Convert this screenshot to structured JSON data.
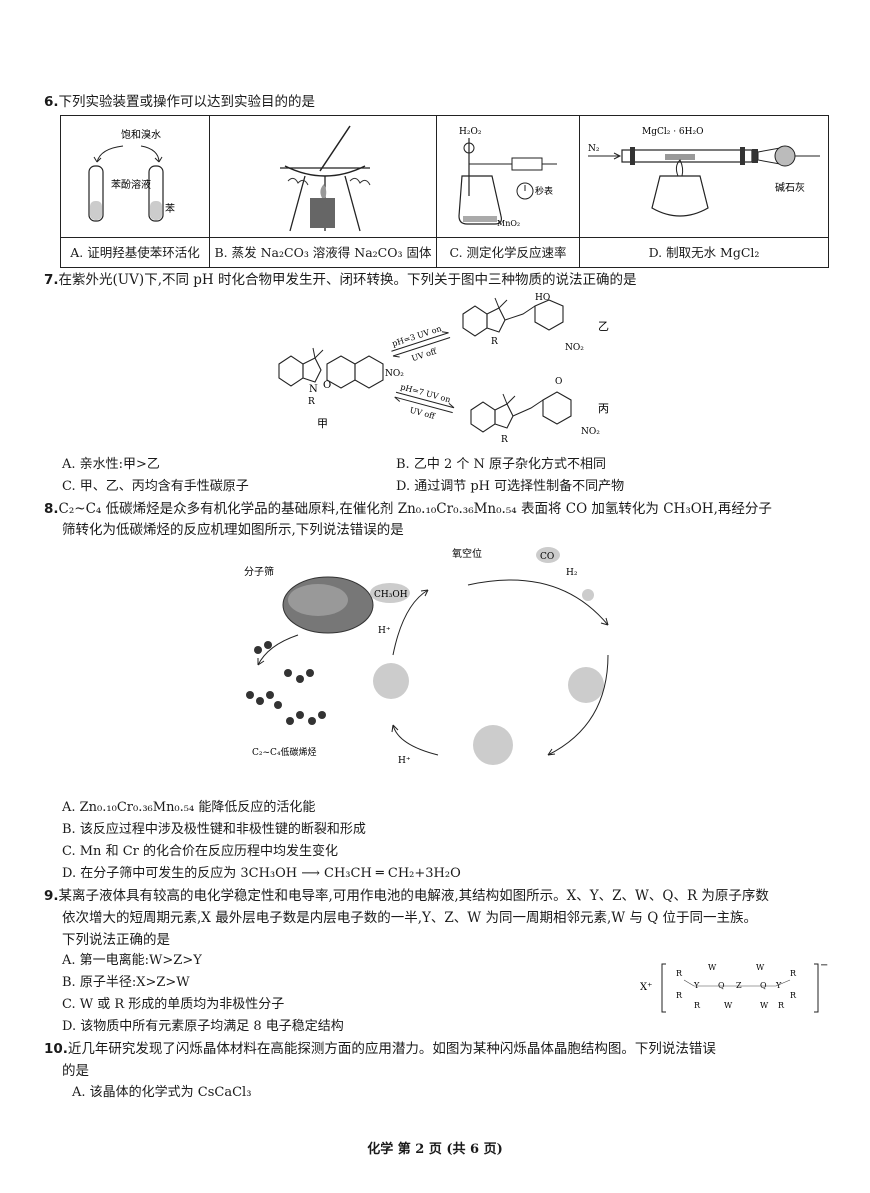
{
  "q6": {
    "num": "6.",
    "stem": "下列实验装置或操作可以达到实验目的的是",
    "fig_labels": {
      "a_top": "饱和溴水",
      "a_left": "苯酚溶液",
      "a_right": "苯",
      "c_h2o2": "H₂O₂",
      "c_timer": "秒表",
      "c_mno2": "MnO₂",
      "d_salt": "MgCl₂ · 6H₂O",
      "d_n2": "N₂",
      "d_lime": "碱石灰"
    },
    "options": [
      "A. 证明羟基使苯环活化",
      "B. 蒸发 Na₂CO₃ 溶液得 Na₂CO₃ 固体",
      "C. 测定化学反应速率",
      "D. 制取无水 MgCl₂"
    ]
  },
  "q7": {
    "num": "7.",
    "stem": "在紫外光(UV)下,不同 pH 时化合物甲发生开、闭环转换。下列关于图中三种物质的说法正确的是",
    "fig_labels": {
      "jia": "甲",
      "yi": "乙",
      "bing": "丙",
      "cond1_top": "pH=3 UV on",
      "cond1_bot": "UV off",
      "cond2_top": "pH=7 UV on",
      "cond2_bot": "UV off",
      "no2": "NO₂",
      "oh": "HO",
      "r": "R",
      "o": "O",
      "n": "N"
    },
    "options": [
      "A. 亲水性:甲>乙",
      "B. 乙中 2 个 N 原子杂化方式不相同",
      "C. 甲、乙、丙均含有手性碳原子",
      "D. 通过调节 pH 可选择性制备不同产物"
    ]
  },
  "q8": {
    "num": "8.",
    "stem_line1": "C₂~C₄ 低碳烯烃是众多有机化学品的基础原料,在催化剂 Zn₀.₁₀Cr₀.₃₆Mn₀.₅₄ 表面将 CO 加氢转化为 CH₃OH,再经分子",
    "stem_line2": "筛转化为低碳烯烃的反应机理如图所示,下列说法错误的是",
    "fig_labels": {
      "sieve": "分子筛",
      "ch3oh": "CH₃OH",
      "vacancy": "氧空位",
      "co": "CO",
      "h2": "H₂",
      "hplus1": "H⁺",
      "hplus2": "H⁺",
      "olefins": "C₂~C₄低碳烯烃"
    },
    "options": [
      "A. Zn₀.₁₀Cr₀.₃₆Mn₀.₅₄ 能降低反应的活化能",
      "B. 该反应过程中涉及极性键和非极性键的断裂和形成",
      "C. Mn 和 Cr 的化合价在反应历程中均发生变化",
      "D. 在分子筛中可发生的反应为 3CH₃OH ⟶ CH₃CH ═ CH₂+3H₂O"
    ]
  },
  "q9": {
    "num": "9.",
    "stem_line1": "某离子液体具有较高的电化学稳定性和电导率,可用作电池的电解液,其结构如图所示。X、Y、Z、W、Q、R 为原子序数",
    "stem_line2": "依次增大的短周期元素,X 最外层电子数是内层电子数的一半,Y、Z、W 为同一周期相邻元素,W 与 Q 位于同一主族。",
    "stem_line3": "下列说法正确的是",
    "fig_labels": {
      "x": "X⁺",
      "minus": "−"
    },
    "options": [
      "A. 第一电离能:W>Z>Y",
      "B. 原子半径:X>Z>W",
      "C. W 或 R 形成的单质均为非极性分子",
      "D. 该物质中所有元素原子均满足 8 电子稳定结构"
    ]
  },
  "q10": {
    "num": "10.",
    "stem_line1": "近几年研究发现了闪烁晶体材料在高能探测方面的应用潜力。如图为某种闪烁晶体晶胞结构图。下列说法错误",
    "stem_line2": "的是",
    "options": [
      "A. 该晶体的化学式为 CsCaCl₃"
    ]
  },
  "footer": "化学   第 2 页 (共 6 页)"
}
